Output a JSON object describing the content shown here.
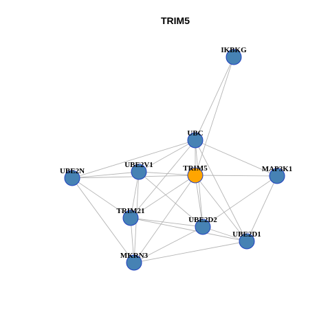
{
  "title": "TRIM5",
  "colors": {
    "node_fill": "#4682b4",
    "node_stroke": "#1f3fbf",
    "focus_fill": "#ffa500",
    "focus_stroke": "#1f3fbf",
    "edge": "#b4b4b4"
  },
  "nodes": [
    {
      "id": "IKBKG",
      "label": "IKBKG",
      "focus": false
    },
    {
      "id": "UBC",
      "label": "UBC",
      "focus": false
    },
    {
      "id": "UBE2N",
      "label": "UBE2N",
      "focus": false
    },
    {
      "id": "UBE2V1",
      "label": "UBE2V1",
      "focus": false
    },
    {
      "id": "TRIM5",
      "label": "TRIM5",
      "focus": true
    },
    {
      "id": "MAP3K1",
      "label": "MAP3K1",
      "focus": false
    },
    {
      "id": "TRIM21",
      "label": "TRIM21",
      "focus": false
    },
    {
      "id": "UBE2D2",
      "label": "UBE2D2",
      "focus": false
    },
    {
      "id": "UBE2D1",
      "label": "UBE2D1",
      "focus": false
    },
    {
      "id": "MKRN3",
      "label": "MKRN3",
      "focus": false
    }
  ],
  "edges": [
    [
      "IKBKG",
      "UBC"
    ],
    [
      "IKBKG",
      "TRIM5"
    ],
    [
      "UBC",
      "UBE2N"
    ],
    [
      "UBC",
      "UBE2V1"
    ],
    [
      "UBC",
      "TRIM5"
    ],
    [
      "UBC",
      "MAP3K1"
    ],
    [
      "UBC",
      "TRIM21"
    ],
    [
      "UBC",
      "UBE2D2"
    ],
    [
      "UBC",
      "UBE2D1"
    ],
    [
      "UBE2N",
      "UBE2V1"
    ],
    [
      "UBE2N",
      "TRIM5"
    ],
    [
      "UBE2N",
      "TRIM21"
    ],
    [
      "UBE2N",
      "MKRN3"
    ],
    [
      "UBE2V1",
      "TRIM5"
    ],
    [
      "UBE2V1",
      "TRIM21"
    ],
    [
      "UBE2V1",
      "MKRN3"
    ],
    [
      "UBE2V1",
      "UBE2D2"
    ],
    [
      "TRIM5",
      "MAP3K1"
    ],
    [
      "TRIM5",
      "TRIM21"
    ],
    [
      "TRIM5",
      "UBE2D2"
    ],
    [
      "TRIM5",
      "UBE2D1"
    ],
    [
      "TRIM5",
      "MKRN3"
    ],
    [
      "MAP3K1",
      "UBE2D2"
    ],
    [
      "MAP3K1",
      "UBE2D1"
    ],
    [
      "TRIM21",
      "UBE2D2"
    ],
    [
      "TRIM21",
      "UBE2D1"
    ],
    [
      "TRIM21",
      "MKRN3"
    ],
    [
      "UBE2D2",
      "MKRN3"
    ],
    [
      "UBE2D2",
      "UBE2D1"
    ],
    [
      "MKRN3",
      "UBE2D1"
    ]
  ]
}
